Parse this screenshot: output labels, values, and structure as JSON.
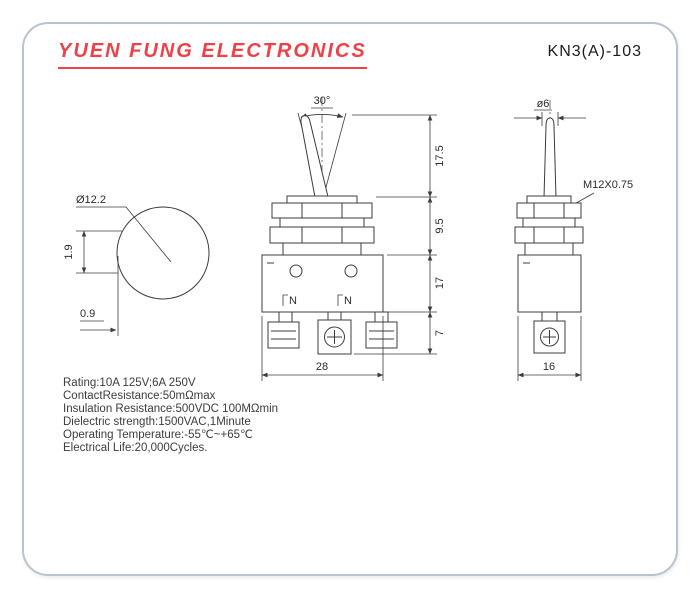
{
  "header": {
    "company": "YUEN FUNG ELECTRONICS",
    "model": "KN3(A)-103"
  },
  "views": {
    "top_view": {
      "diameter": "Ø12.2",
      "key_height": "1.9",
      "key_width": "0.9"
    },
    "front_view": {
      "angle": "30°",
      "terminal_n": "N",
      "dim_lever_height": "17.5",
      "dim_bushing_height": "9.5",
      "dim_body_height": "17",
      "dim_terminal_height": "7",
      "dim_body_width": "28"
    },
    "side_view": {
      "lever_diameter": "ø6",
      "thread": "M12X0.75",
      "dim_body_width": "16"
    }
  },
  "specs": [
    "Rating:10A 125V;6A 250V",
    "ContactResistance:50mΩmax",
    "Insulation Resistance:500VDC 100MΩmin",
    "Dielectric strength:1500VAC,1Minute",
    "Operating Temperature:-55℃~+65℃",
    "Electrical Life:20,000Cycles."
  ]
}
